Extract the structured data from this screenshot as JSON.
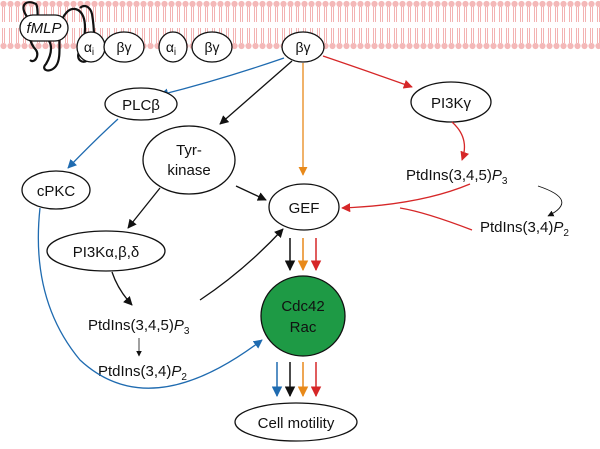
{
  "membrane": {
    "receptor": "fMLP",
    "g_proteins": [
      {
        "alpha": "α",
        "alpha_sub": "i",
        "beta_gamma": "βγ"
      },
      {
        "alpha": "α",
        "alpha_sub": "i",
        "beta_gamma": "βγ"
      }
    ],
    "free_beta_gamma": "βγ"
  },
  "nodes": {
    "plcb": "PLCβ",
    "tyr_kinase_line1": "Tyr-",
    "tyr_kinase_line2": "kinase",
    "cpkc": "cPKC",
    "pi3k_gamma": "PI3Kγ",
    "pi3k_abd": "PI3Kα,β,δ",
    "gef": "GEF",
    "cdc42_line1": "Cdc42",
    "cdc42_line2": "Rac",
    "cell_motility": "Cell motility"
  },
  "lipids": {
    "right_pip3_prefix": "PtdIns(3,4,5)",
    "right_pip3_italic": "P",
    "right_pip3_sub": "3",
    "right_pip2_prefix": "PtdIns(3,4)",
    "right_pip2_italic": "P",
    "right_pip2_sub": "2",
    "left_pip3_prefix": "PtdIns(3,4,5)",
    "left_pip3_italic": "P",
    "left_pip3_sub": "3",
    "left_pip2_prefix": "PtdIns(3,4)",
    "left_pip2_italic": "P",
    "left_pip2_sub": "2"
  },
  "colors": {
    "blue": "#1f6bb0",
    "black": "#111111",
    "orange": "#e8891a",
    "red": "#d62728",
    "cdc42_fill": "#1e9a45",
    "membrane_head": "#f4b8b8",
    "membrane_tail": "#f0a0a0"
  }
}
